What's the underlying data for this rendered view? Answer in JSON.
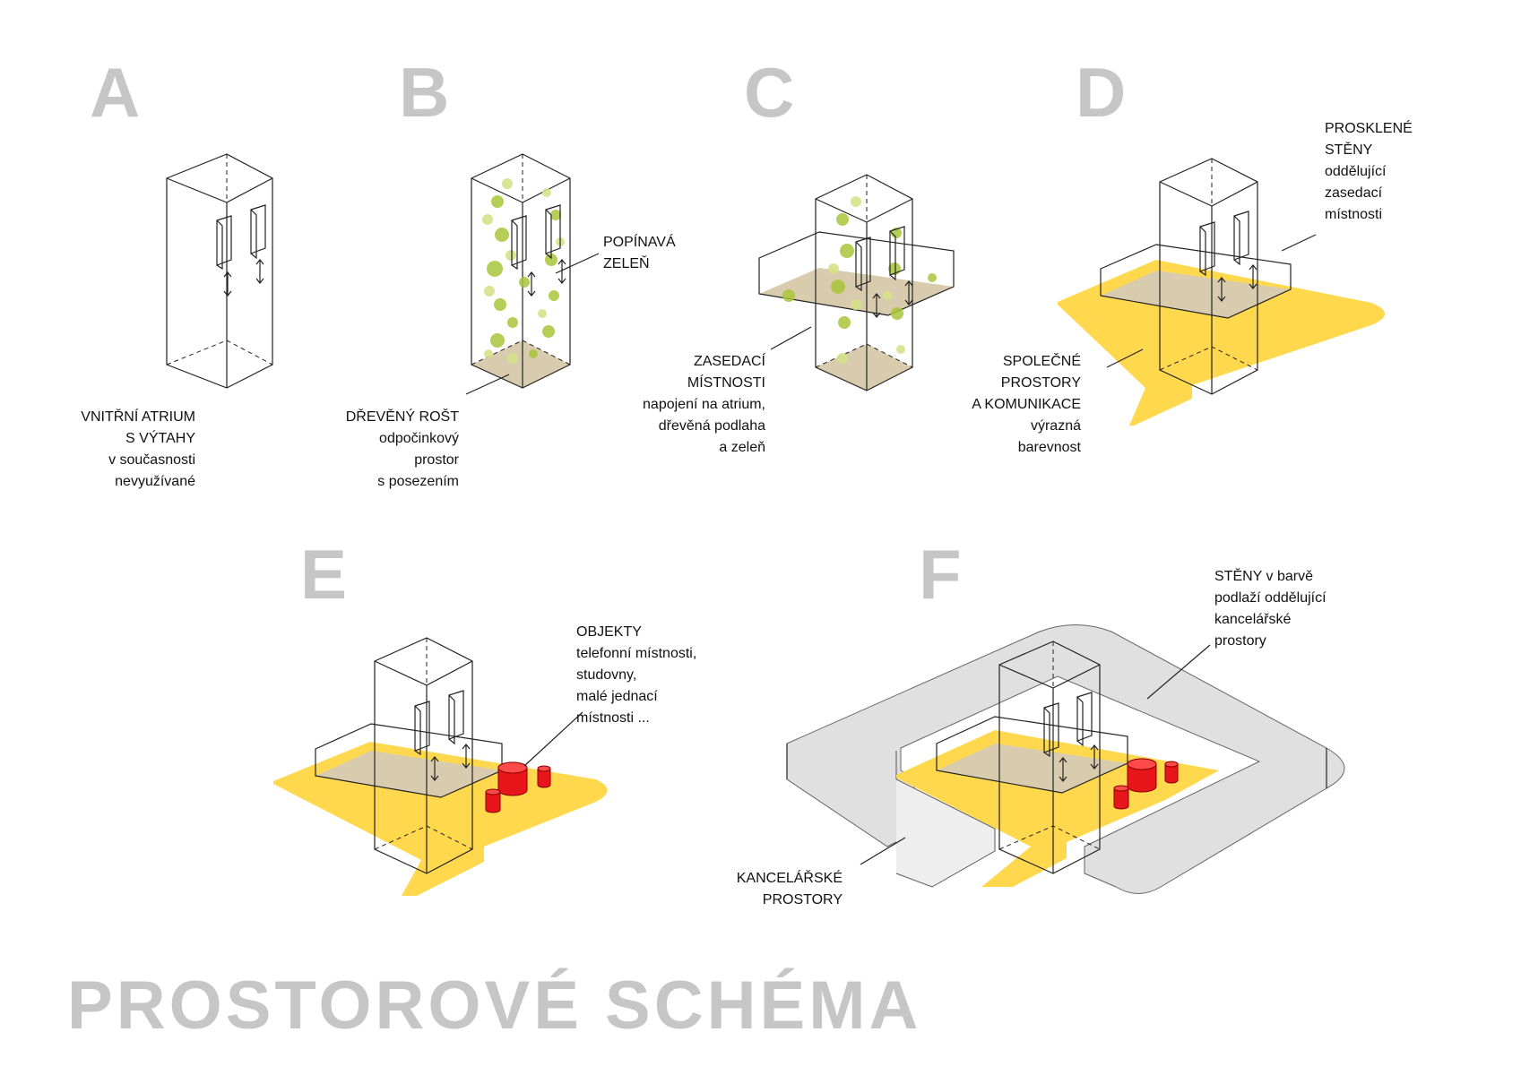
{
  "title": "PROSTOROVÉ SCHÉMA",
  "colors": {
    "yellow": "#ffd84d",
    "wood": "#d9ccae",
    "green": "#a9c63a",
    "greenLight": "#d5e38a",
    "red": "#e8161b",
    "gray": "#dddddd",
    "letter": "#c6c6c6"
  },
  "panels": [
    {
      "id": "A",
      "letter": "A",
      "labels": [
        {
          "lines": [
            "VNITŘNÍ ATRIUM",
            "S VÝTAHY",
            "v současnosti",
            "nevyužívané"
          ]
        }
      ]
    },
    {
      "id": "B",
      "letter": "B",
      "labels": [
        {
          "lines": [
            "POPÍNAVÁ",
            "ZELEŇ"
          ]
        },
        {
          "lines": [
            "DŘEVĚNÝ ROŠT",
            "odpočinkový",
            "prostor",
            "s posezením"
          ]
        }
      ]
    },
    {
      "id": "C",
      "letter": "C",
      "labels": [
        {
          "lines": [
            "ZASEDACÍ",
            "MÍSTNOSTI",
            "napojení na atrium,",
            "dřevěná podlaha",
            "a zeleň"
          ]
        }
      ]
    },
    {
      "id": "D",
      "letter": "D",
      "labels": [
        {
          "lines": [
            "PROSKLENÉ",
            "STĚNY",
            "oddělující",
            "zasedací",
            "místnosti"
          ]
        },
        {
          "lines": [
            "SPOLEČNÉ",
            "PROSTORY",
            "A KOMUNIKACE",
            "výrazná",
            "barevnost"
          ]
        }
      ]
    },
    {
      "id": "E",
      "letter": "E",
      "labels": [
        {
          "lines": [
            "OBJEKTY",
            "telefonní místnosti,",
            "studovny,",
            "malé jednací",
            "místnosti ..."
          ]
        }
      ]
    },
    {
      "id": "F",
      "letter": "F",
      "labels": [
        {
          "lines": [
            "STĚNY v barvě",
            "podlaží oddělující",
            "kancelářské",
            "prostory"
          ]
        },
        {
          "lines": [
            "KANCELÁŘSKÉ",
            "PROSTORY"
          ]
        }
      ]
    }
  ]
}
